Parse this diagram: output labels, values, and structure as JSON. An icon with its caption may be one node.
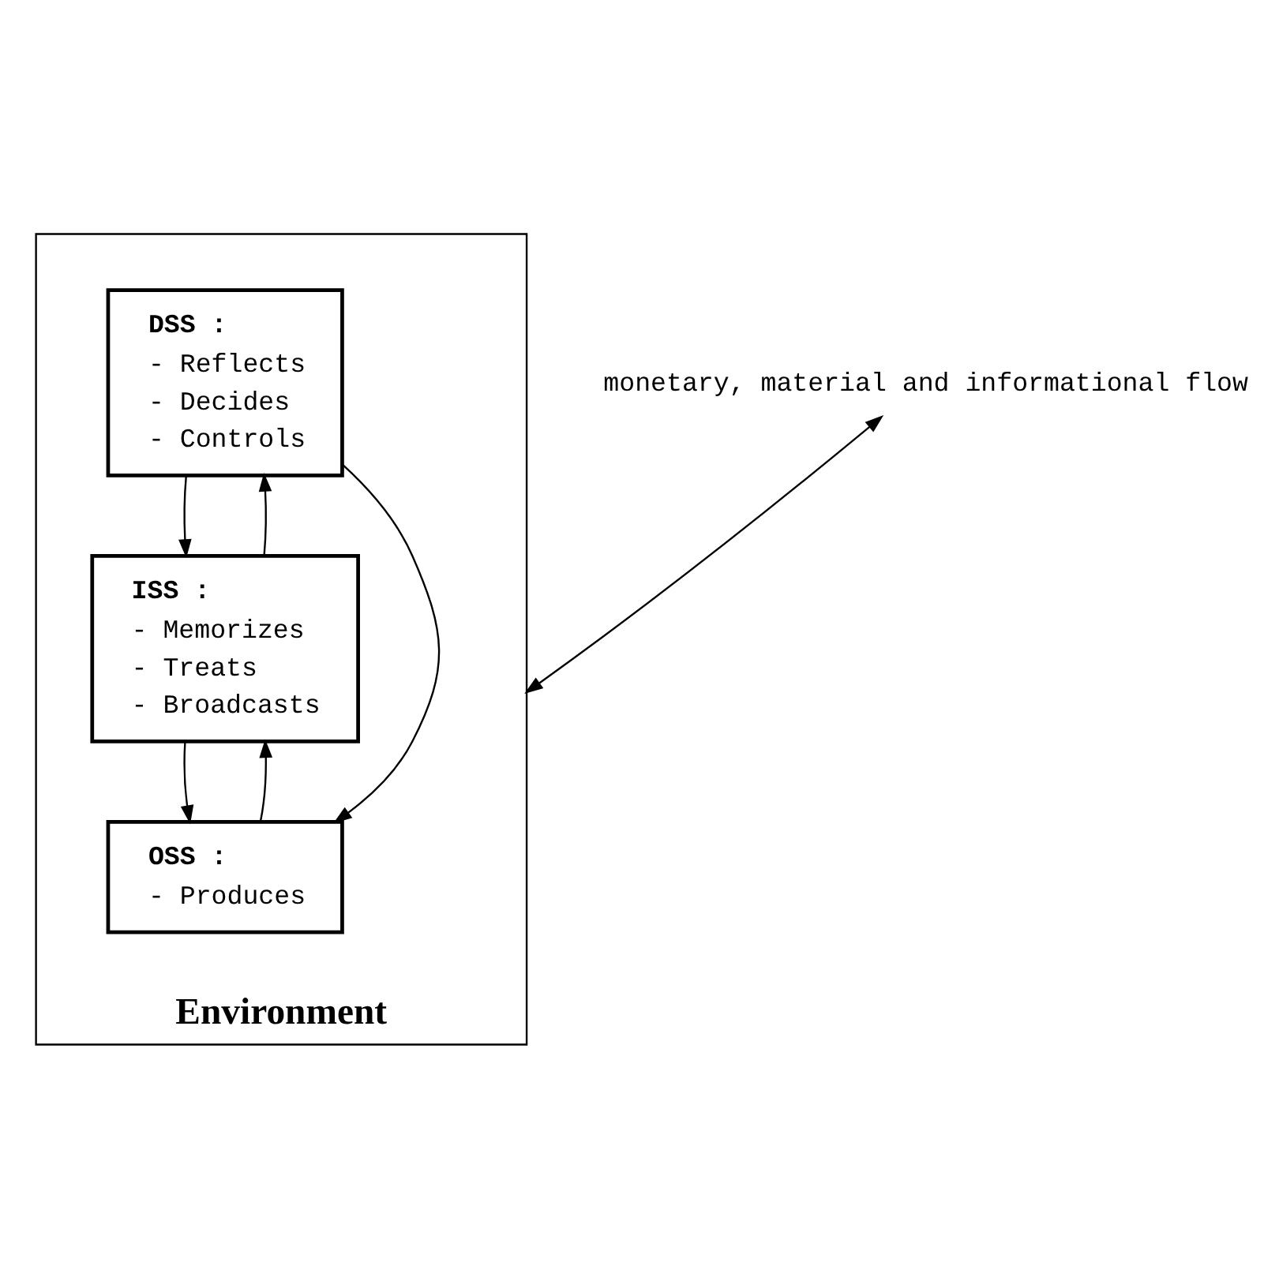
{
  "diagram": {
    "nodes": [
      {
        "text": [
          "Environment"
        ]
      },
      {
        "text": [
          "DSS :",
          "- Reflects",
          "- Decides",
          "- Controls"
        ],
        "in": 0
      },
      {
        "text": [
          "ISS :",
          "- Memorizes",
          "- Treats",
          "- Broadcasts"
        ],
        "in": 0
      },
      {
        "text": [
          "OSS :",
          "- Produces"
        ],
        "in": 0
      },
      {
        "text": [
          "monetary, material and informational flow"
        ]
      }
    ],
    "edges": [
      {
        "from": 2,
        "to": 1,
        "arrow": "to"
      },
      {
        "from": 1,
        "to": 2,
        "arrow": "to"
      },
      {
        "from": 3,
        "to": 2,
        "arrow": "to"
      },
      {
        "from": 2,
        "to": 3,
        "arrow": "to"
      },
      {
        "from": 1,
        "to": 3,
        "arrow": "to"
      },
      {
        "from": 4,
        "to": 0,
        "arrow": "both"
      }
    ]
  }
}
